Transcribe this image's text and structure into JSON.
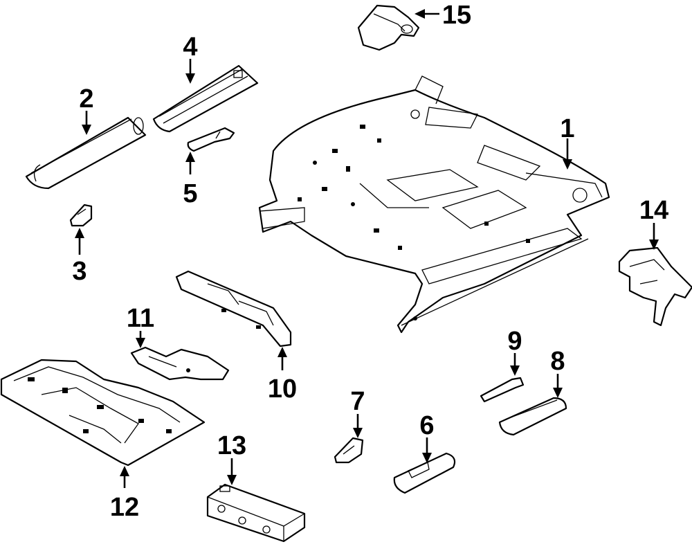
{
  "colors": {
    "background": "#ffffff",
    "ink": "#000000"
  },
  "callouts": {
    "c1": "1",
    "c2": "2",
    "c3": "3",
    "c4": "4",
    "c5": "5",
    "c6": "6",
    "c7": "7",
    "c8": "8",
    "c9": "9",
    "c10": "10",
    "c11": "11",
    "c12": "12",
    "c13": "13",
    "c14": "14",
    "c15": "15"
  }
}
